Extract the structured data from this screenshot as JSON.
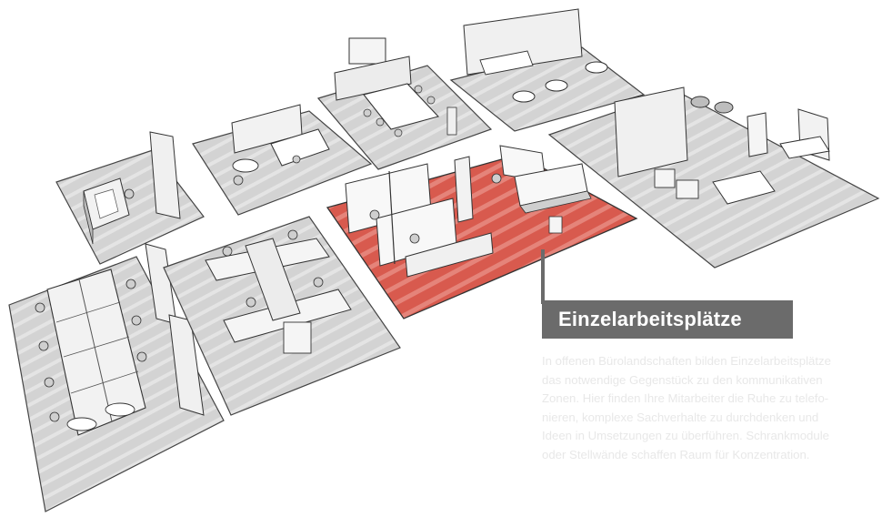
{
  "callout": {
    "title": "Einzelarbeitsplätze",
    "description_lines": [
      "In offenen Bürolandschaften bilden Einzelarbeitsplätze",
      "das notwendige Gegenstück zu den kommunikativen",
      "Zonen. Hier finden Ihre Mitarbeiter die Ruhe zu telefo-",
      "nieren, komplexe Sachverhalte zu durchdenken und",
      "Ideen in Umsetzungen zu überführen. Schrankmodule",
      "oder Stellwände schaffen Raum für Konzentration."
    ]
  },
  "colors": {
    "highlight_zone": "#d85a4e",
    "highlight_stripe": "#e98a80",
    "zone_floor": "#d3d3d3",
    "zone_stripe": "#e6e6e6",
    "label_bg": "#6b6b6b",
    "desc_text": "#e8e8e8"
  }
}
